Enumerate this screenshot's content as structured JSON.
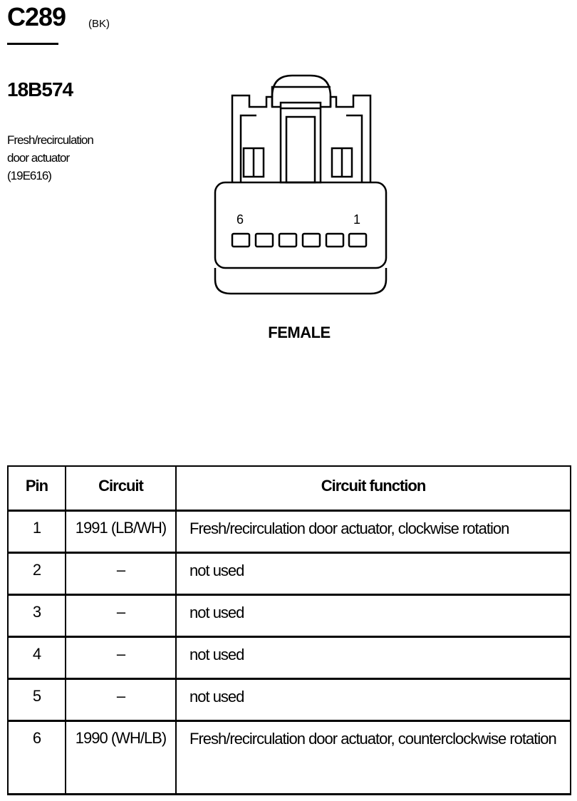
{
  "header": {
    "connector_id": "C289",
    "color_code": "(BK)"
  },
  "component": {
    "part_number": "18B574",
    "description_lines": [
      "Fresh/recirculation",
      "door actuator",
      "(19E616)"
    ]
  },
  "connector": {
    "pin_label_left": "6",
    "pin_label_right": "1",
    "gender": "FEMALE",
    "pin_count": 6
  },
  "table": {
    "headers": {
      "pin": "Pin",
      "circuit": "Circuit",
      "function": "Circuit function"
    },
    "rows": [
      {
        "pin": "1",
        "circuit": "1991 (LB/WH)",
        "function": "Fresh/recirculation door actuator, clockwise rotation"
      },
      {
        "pin": "2",
        "circuit": "–",
        "function": "not used"
      },
      {
        "pin": "3",
        "circuit": "–",
        "function": "not used"
      },
      {
        "pin": "4",
        "circuit": "–",
        "function": "not used"
      },
      {
        "pin": "5",
        "circuit": "–",
        "function": "not used"
      },
      {
        "pin": "6",
        "circuit": "1990 (WH/LB)",
        "function": "Fresh/recirculation door actuator, counterclockwise rotation"
      }
    ]
  }
}
